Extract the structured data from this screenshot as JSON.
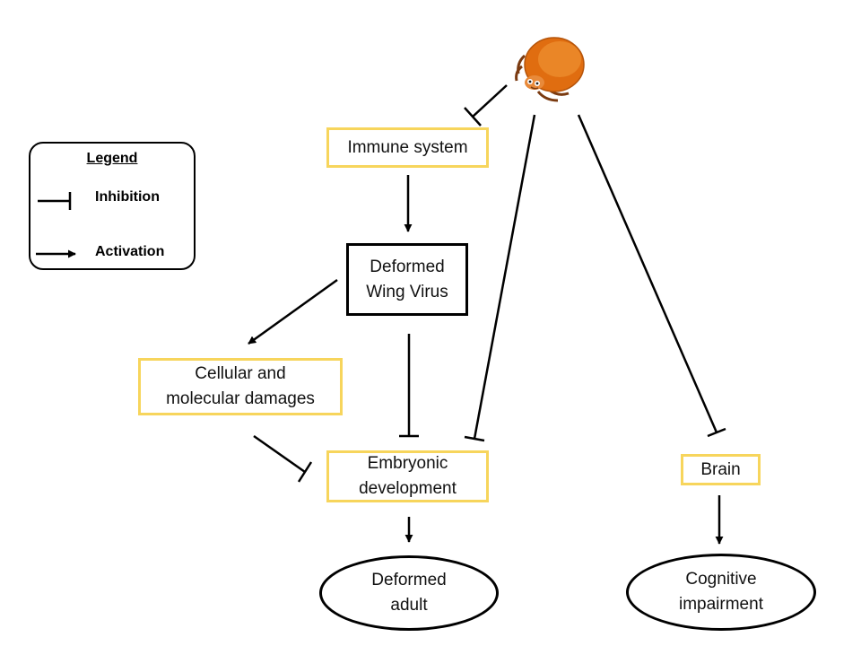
{
  "legend": {
    "title": "Legend",
    "items": [
      {
        "symbol": "inhibition",
        "label": "Inhibition"
      },
      {
        "symbol": "activation",
        "label": "Activation"
      }
    ]
  },
  "nodes": {
    "immune_system": "Immune system",
    "dwv_line1": "Deformed",
    "dwv_line2": "Wing Virus",
    "cellular_line1": "Cellular and",
    "cellular_line2": "molecular damages",
    "embryonic_line1": "Embryonic",
    "embryonic_line2": "development",
    "brain": "Brain",
    "deformed_adult_line1": "Deformed",
    "deformed_adult_line2": "adult",
    "cognitive_line1": "Cognitive",
    "cognitive_line2": "impairment"
  },
  "edges": [
    {
      "from": "varroa-mite",
      "to": "immune_system",
      "type": "inhibition"
    },
    {
      "from": "varroa-mite",
      "to": "embryonic_development",
      "type": "inhibition"
    },
    {
      "from": "varroa-mite",
      "to": "brain",
      "type": "inhibition"
    },
    {
      "from": "immune_system",
      "to": "deformed_wing_virus",
      "type": "activation"
    },
    {
      "from": "deformed_wing_virus",
      "to": "cellular_molecular_damages",
      "type": "activation"
    },
    {
      "from": "deformed_wing_virus",
      "to": "embryonic_development",
      "type": "inhibition"
    },
    {
      "from": "cellular_molecular_damages",
      "to": "embryonic_development",
      "type": "inhibition"
    },
    {
      "from": "embryonic_development",
      "to": "deformed_adult",
      "type": "activation"
    },
    {
      "from": "brain",
      "to": "cognitive_impairment",
      "type": "activation"
    }
  ],
  "colors": {
    "box_border": "#f7d55c",
    "mite_body": "#e06d10",
    "mite_highlight": "#f39a3a",
    "line": "#000000"
  },
  "icons": {
    "mite": "varroa-mite-icon"
  }
}
